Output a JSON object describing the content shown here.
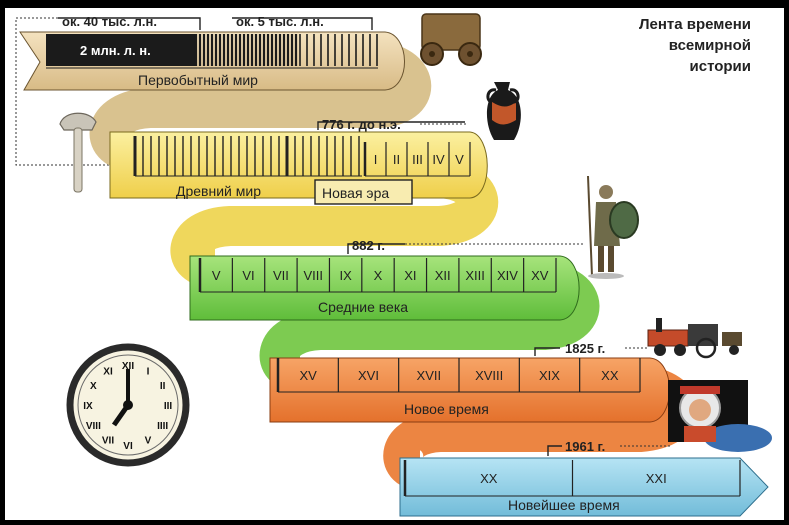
{
  "title": {
    "line1": "Лента времени",
    "line2": "всемирной",
    "line3": "истории"
  },
  "colors": {
    "primitive": "#e9d2a6",
    "ancient": "#f6e27a",
    "medieval": "#86d35a",
    "modern": "#f08a3e",
    "contemporary": "#8fd0e8"
  },
  "bands": [
    {
      "name": "Первобытный мир",
      "markers": [
        "ок. 40 тыс. л.н.",
        "ок. 5 тыс. л.н."
      ],
      "inner_label": "2 млн. л. н."
    },
    {
      "name": "Древний мир",
      "marker": "776 г. до н.э.",
      "box_label": "Новая эра",
      "centuries": [
        "I",
        "II",
        "III",
        "IV",
        "V"
      ]
    },
    {
      "name": "Средние века",
      "marker": "882 г.",
      "centuries": [
        "V",
        "VI",
        "VII",
        "VIII",
        "IX",
        "X",
        "XI",
        "XII",
        "XIII",
        "XIV",
        "XV"
      ]
    },
    {
      "name": "Новое время",
      "marker": "1825 г.",
      "centuries": [
        "XV",
        "XVI",
        "XVII",
        "XVIII",
        "XIX",
        "XX"
      ]
    },
    {
      "name": "Новейшее время",
      "marker": "1961 г.",
      "centuries": [
        "XX",
        "XXI"
      ]
    }
  ],
  "icons": [
    "cart-icon",
    "amphora-icon",
    "stone-axe-icon",
    "warrior-icon",
    "locomotive-icon",
    "clock-icon",
    "astronaut-icon"
  ]
}
